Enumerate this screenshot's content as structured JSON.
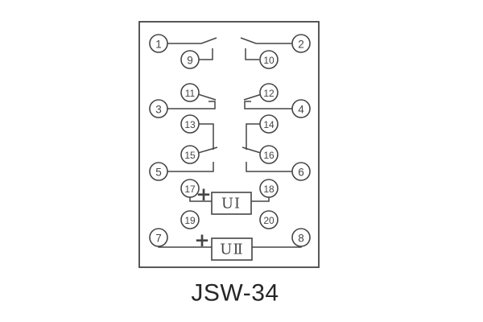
{
  "title": "JSW-34",
  "colors": {
    "stroke": "#454545",
    "label": "#262626",
    "background": "#ffffff"
  },
  "terminals": {
    "t1": "1",
    "t2": "2",
    "t3": "3",
    "t4": "4",
    "t5": "5",
    "t6": "6",
    "t7": "7",
    "t8": "8",
    "t9": "9",
    "t10": "10",
    "t11": "11",
    "t12": "12",
    "t13": "13",
    "t14": "14",
    "t15": "15",
    "t16": "16",
    "t17": "17",
    "t18": "18",
    "t19": "19",
    "t20": "20"
  },
  "units": {
    "u1": "UⅠ",
    "u2": "UⅡ"
  },
  "polarity": {
    "mark": "+"
  }
}
